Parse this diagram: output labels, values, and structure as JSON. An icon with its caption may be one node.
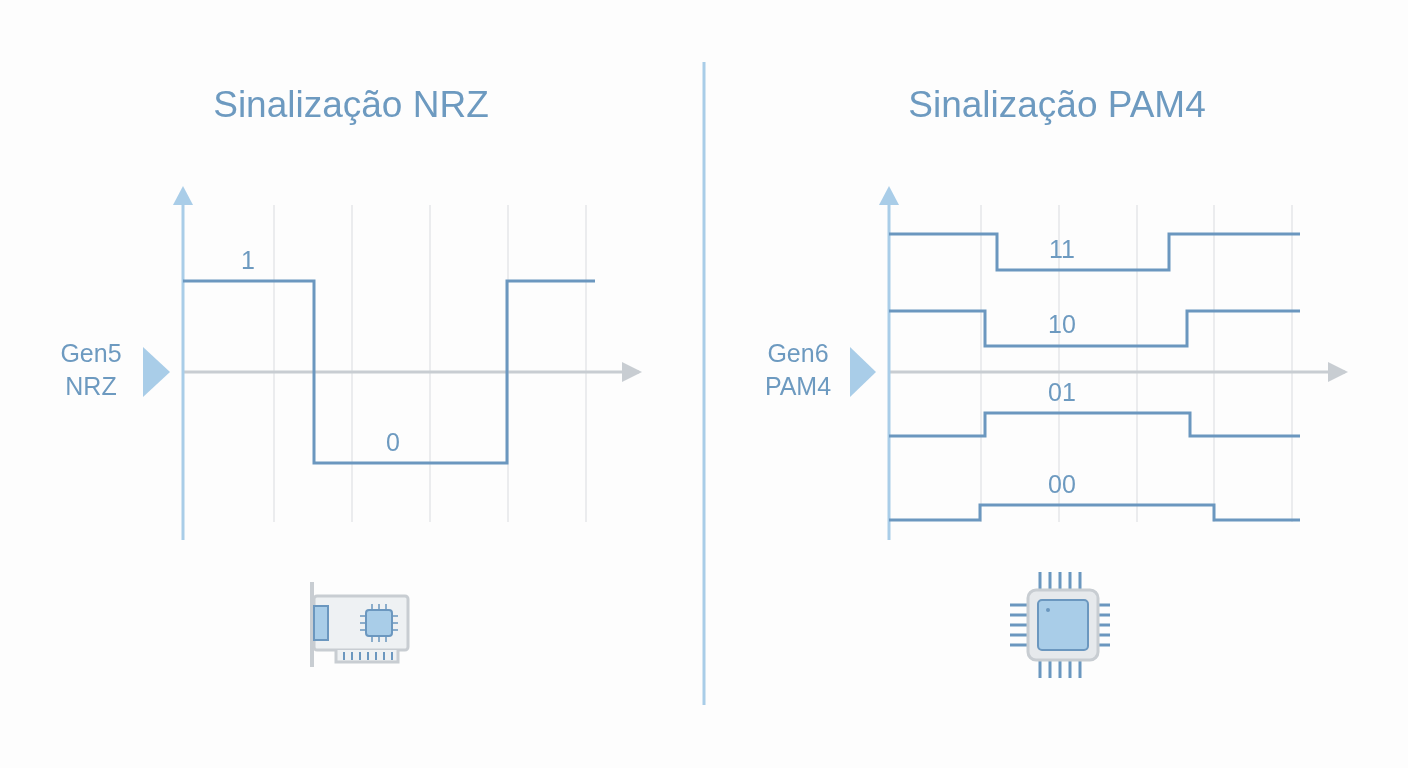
{
  "diagram": {
    "labels": [
      "Sinalização NRZ",
      "Sinalização PAM4",
      "1",
      "Gen5 NRZ",
      "0",
      "11",
      "10",
      "Gen6 PAM4",
      "01",
      "00"
    ]
  }
}
